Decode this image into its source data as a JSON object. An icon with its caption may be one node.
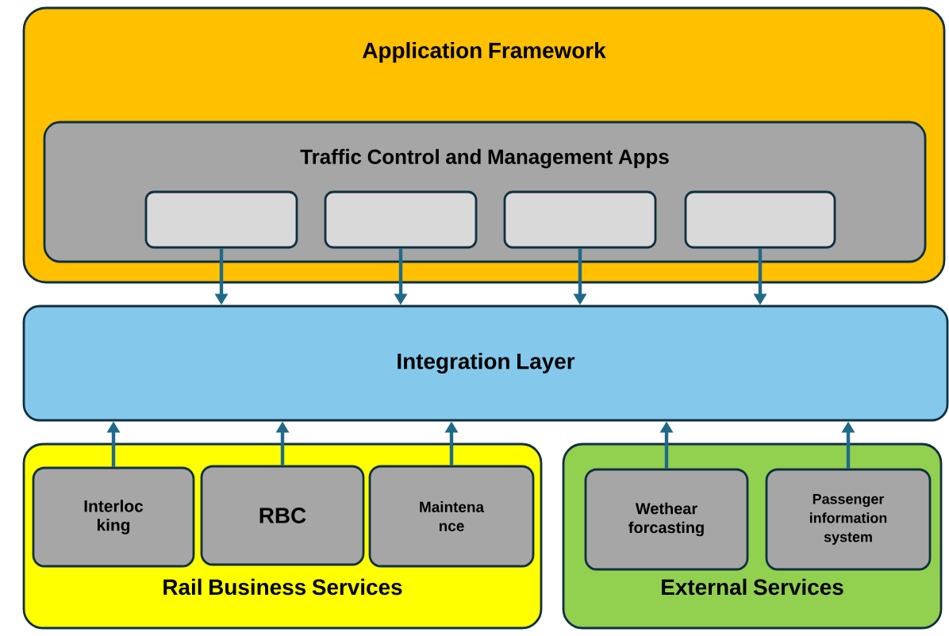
{
  "diagram": {
    "nodes": [
      {
        "text": [
          "Application Framework"
        ]
      },
      {
        "text": [
          "Traffic Control and Management Apps"
        ],
        "in": 0
      },
      {
        "text": [],
        "shape": "box",
        "in": 1
      },
      {
        "text": [],
        "shape": "box",
        "in": 1
      },
      {
        "text": [],
        "shape": "box",
        "in": 1
      },
      {
        "text": [],
        "shape": "box",
        "in": 1
      },
      {
        "text": [
          "Integration Layer"
        ]
      },
      {
        "text": [
          "Rail Business Services"
        ]
      },
      {
        "text": [
          "Interloc king"
        ],
        "in": 7
      },
      {
        "text": [
          "RBC"
        ],
        "in": 7
      },
      {
        "text": [
          "Maintena nce"
        ],
        "in": 7
      },
      {
        "text": [
          "External Services"
        ]
      },
      {
        "text": [
          "Wethear forcasting"
        ],
        "in": 11
      },
      {
        "text": [
          "Passenger information system"
        ],
        "in": 11
      }
    ],
    "edges": [
      {
        "from": 2,
        "to": 6,
        "arrow": "to"
      },
      {
        "from": 3,
        "to": 6,
        "arrow": "to"
      },
      {
        "from": 4,
        "to": 6,
        "arrow": "to"
      },
      {
        "from": 5,
        "to": 6,
        "arrow": "to"
      },
      {
        "from": 8,
        "to": 6,
        "arrow": "to"
      },
      {
        "from": 9,
        "to": 6,
        "arrow": "to"
      },
      {
        "from": 10,
        "to": 6,
        "arrow": "to"
      },
      {
        "from": 12,
        "to": 6,
        "arrow": "to"
      },
      {
        "from": 13,
        "to": 6,
        "arrow": "to"
      }
    ]
  }
}
